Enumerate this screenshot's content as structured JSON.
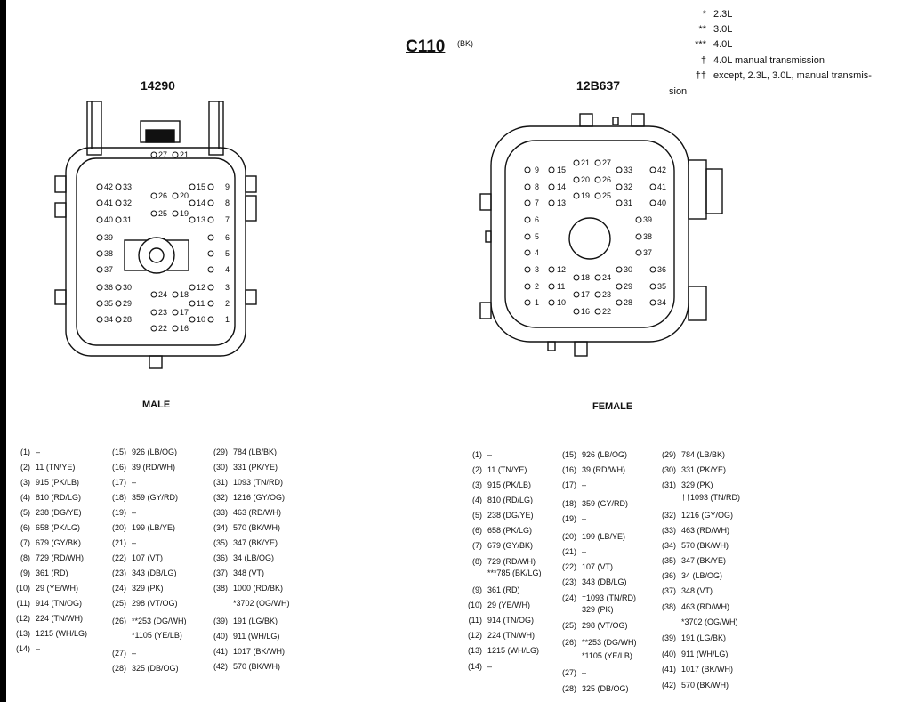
{
  "title": "C110",
  "title_suffix": "(BK)",
  "legend": [
    {
      "mark": "*",
      "text": "2.3L"
    },
    {
      "mark": "**",
      "text": "3.0L"
    },
    {
      "mark": "***",
      "text": "4.0L"
    },
    {
      "mark": "†",
      "text": "4.0L manual transmission"
    },
    {
      "mark": "††",
      "text": "except, 2.3L, 3.0L, manual transmis-"
    }
  ],
  "legend_wrap": "sion",
  "male": {
    "part_number": "14290",
    "label": "MALE",
    "pin_labels": {
      "42": "42",
      "33": "33",
      "27": "27",
      "21": "21",
      "15": "15",
      "9": "9",
      "41": "41",
      "32": "32",
      "26": "26",
      "20": "20",
      "14": "14",
      "8": "8",
      "40": "40",
      "31": "31",
      "25": "25",
      "19": "19",
      "13": "13",
      "7": "7",
      "39": "39",
      "6": "6",
      "38": "38",
      "5": "5",
      "37": "37",
      "4": "4",
      "36": "36",
      "30": "30",
      "24": "24",
      "18": "18",
      "12": "12",
      "3": "3",
      "35": "35",
      "29": "29",
      "23": "23",
      "17": "17",
      "11": "11",
      "2": "2",
      "34": "34",
      "28": "28",
      "22": "22",
      "16": "16",
      "10": "10",
      "1": "1"
    },
    "columns": [
      [
        {
          "num": "(1)",
          "text": "–"
        },
        {
          "num": "(2)",
          "text": "11 (TN/YE)"
        },
        {
          "num": "(3)",
          "text": "915 (PK/LB)"
        },
        {
          "num": "(4)",
          "text": "810 (RD/LG)"
        },
        {
          "num": "(5)",
          "text": "238 (DG/YE)"
        },
        {
          "num": "(6)",
          "text": "658 (PK/LG)"
        },
        {
          "num": "(7)",
          "text": "679 (GY/BK)"
        },
        {
          "num": "(8)",
          "text": "729 (RD/WH)"
        },
        {
          "num": "(9)",
          "text": "361 (RD)"
        },
        {
          "num": "(10)",
          "text": "29 (YE/WH)"
        },
        {
          "num": "(11)",
          "text": "914 (TN/OG)"
        },
        {
          "num": "(12)",
          "text": "224 (TN/WH)"
        },
        {
          "num": "(13)",
          "text": "1215 (WH/LG)"
        },
        {
          "num": "(14)",
          "text": "–"
        }
      ],
      [
        {
          "num": "(15)",
          "text": "926 (LB/OG)"
        },
        {
          "num": "(16)",
          "text": "39 (RD/WH)"
        },
        {
          "num": "(17)",
          "text": "–"
        },
        {
          "num": "(18)",
          "text": "359 (GY/RD)"
        },
        {
          "num": "(19)",
          "text": "–"
        },
        {
          "num": "(20)",
          "text": "199 (LB/YE)"
        },
        {
          "num": "(21)",
          "text": "–"
        },
        {
          "num": "(22)",
          "text": "107 (VT)"
        },
        {
          "num": "(23)",
          "text": "343 (DB/LG)"
        },
        {
          "num": "(24)",
          "text": "329 (PK)"
        },
        {
          "num": "(25)",
          "text": "298 (VT/OG)"
        },
        {
          "num": "(26)",
          "text": "**253 (DG/WH)"
        },
        {
          "num": "",
          "text": "*1105 (YE/LB)"
        },
        {
          "num": "(27)",
          "text": "–"
        },
        {
          "num": "(28)",
          "text": "325 (DB/OG)"
        }
      ],
      [
        {
          "num": "(29)",
          "text": "784 (LB/BK)"
        },
        {
          "num": "(30)",
          "text": "331 (PK/YE)"
        },
        {
          "num": "(31)",
          "text": "1093 (TN/RD)"
        },
        {
          "num": "(32)",
          "text": "1216 (GY/OG)"
        },
        {
          "num": "(33)",
          "text": "463 (RD/WH)"
        },
        {
          "num": "(34)",
          "text": "570 (BK/WH)"
        },
        {
          "num": "(35)",
          "text": "347 (BK/YE)"
        },
        {
          "num": "(36)",
          "text": "34 (LB/OG)"
        },
        {
          "num": "(37)",
          "text": "348 (VT)"
        },
        {
          "num": "(38)",
          "text": "1000 (RD/BK)"
        },
        {
          "num": "",
          "text": "*3702 (OG/WH)"
        },
        {
          "num": "(39)",
          "text": "191 (LG/BK)"
        },
        {
          "num": "(40)",
          "text": "911 (WH/LG)"
        },
        {
          "num": "(41)",
          "text": "1017 (BK/WH)"
        },
        {
          "num": "(42)",
          "text": "570 (BK/WH)"
        }
      ]
    ]
  },
  "female": {
    "part_number": "12B637",
    "label": "FEMALE",
    "pin_labels": {
      "9": "9",
      "15": "15",
      "21": "21",
      "27": "27",
      "33": "33",
      "42": "42",
      "8": "8",
      "14": "14",
      "20": "20",
      "26": "26",
      "32": "32",
      "41": "41",
      "7": "7",
      "13": "13",
      "19": "19",
      "25": "25",
      "31": "31",
      "40": "40",
      "6": "6",
      "39": "39",
      "5": "5",
      "38": "38",
      "4": "4",
      "37": "37",
      "3": "3",
      "12": "12",
      "18": "18",
      "24": "24",
      "30": "30",
      "36": "36",
      "2": "2",
      "11": "11",
      "17": "17",
      "23": "23",
      "29": "29",
      "35": "35",
      "1": "1",
      "10": "10",
      "16": "16",
      "22": "22",
      "28": "28",
      "34": "34"
    },
    "columns": [
      [
        {
          "num": "(1)",
          "text": "–"
        },
        {
          "num": "(2)",
          "text": "11 (TN/YE)"
        },
        {
          "num": "(3)",
          "text": "915 (PK/LB)"
        },
        {
          "num": "(4)",
          "text": "810 (RD/LG)"
        },
        {
          "num": "(5)",
          "text": "238 (DG/YE)"
        },
        {
          "num": "(6)",
          "text": "658 (PK/LG)"
        },
        {
          "num": "(7)",
          "text": "679 (GY/BK)"
        },
        {
          "num": "(8)",
          "text": "729 (RD/WH)"
        },
        {
          "num": "",
          "text": "***785 (BK/LG)"
        },
        {
          "num": "(9)",
          "text": "361 (RD)"
        },
        {
          "num": "(10)",
          "text": "29 (YE/WH)"
        },
        {
          "num": "(11)",
          "text": "914 (TN/OG)"
        },
        {
          "num": "(12)",
          "text": "224 (TN/WH)"
        },
        {
          "num": "(13)",
          "text": "1215 (WH/LG)"
        },
        {
          "num": "(14)",
          "text": "–"
        }
      ],
      [
        {
          "num": "(15)",
          "text": "926 (LB/OG)"
        },
        {
          "num": "(16)",
          "text": "39 (RD/WH)"
        },
        {
          "num": "(17)",
          "text": "–"
        },
        {
          "num": "(18)",
          "text": "359 (GY/RD)"
        },
        {
          "num": "(19)",
          "text": "–"
        },
        {
          "num": "(20)",
          "text": "199 (LB/YE)"
        },
        {
          "num": "(21)",
          "text": "–"
        },
        {
          "num": "(22)",
          "text": "107 (VT)"
        },
        {
          "num": "(23)",
          "text": "343 (DB/LG)"
        },
        {
          "num": "(24)",
          "text": "†1093 (TN/RD)"
        },
        {
          "num": "",
          "text": "329 (PK)"
        },
        {
          "num": "(25)",
          "text": "298 (VT/OG)"
        },
        {
          "num": "(26)",
          "text": "**253 (DG/WH)"
        },
        {
          "num": "",
          "text": "*1105 (YE/LB)"
        },
        {
          "num": "(27)",
          "text": "–"
        },
        {
          "num": "(28)",
          "text": "325 (DB/OG)"
        }
      ],
      [
        {
          "num": "(29)",
          "text": "784 (LB/BK)"
        },
        {
          "num": "(30)",
          "text": "331 (PK/YE)"
        },
        {
          "num": "(31)",
          "text": "329 (PK)"
        },
        {
          "num": "",
          "text": "††1093 (TN/RD)"
        },
        {
          "num": "(32)",
          "text": "1216 (GY/OG)"
        },
        {
          "num": "(33)",
          "text": "463 (RD/WH)"
        },
        {
          "num": "(34)",
          "text": "570 (BK/WH)"
        },
        {
          "num": "(35)",
          "text": "347 (BK/YE)"
        },
        {
          "num": "(36)",
          "text": "34 (LB/OG)"
        },
        {
          "num": "(37)",
          "text": "348 (VT)"
        },
        {
          "num": "(38)",
          "text": "463 (RD/WH)"
        },
        {
          "num": "",
          "text": "*3702 (OG/WH)"
        },
        {
          "num": "(39)",
          "text": "191 (LG/BK)"
        },
        {
          "num": "(40)",
          "text": "911 (WH/LG)"
        },
        {
          "num": "(41)",
          "text": "1017 (BK/WH)"
        },
        {
          "num": "(42)",
          "text": "570 (BK/WH)"
        }
      ]
    ]
  }
}
